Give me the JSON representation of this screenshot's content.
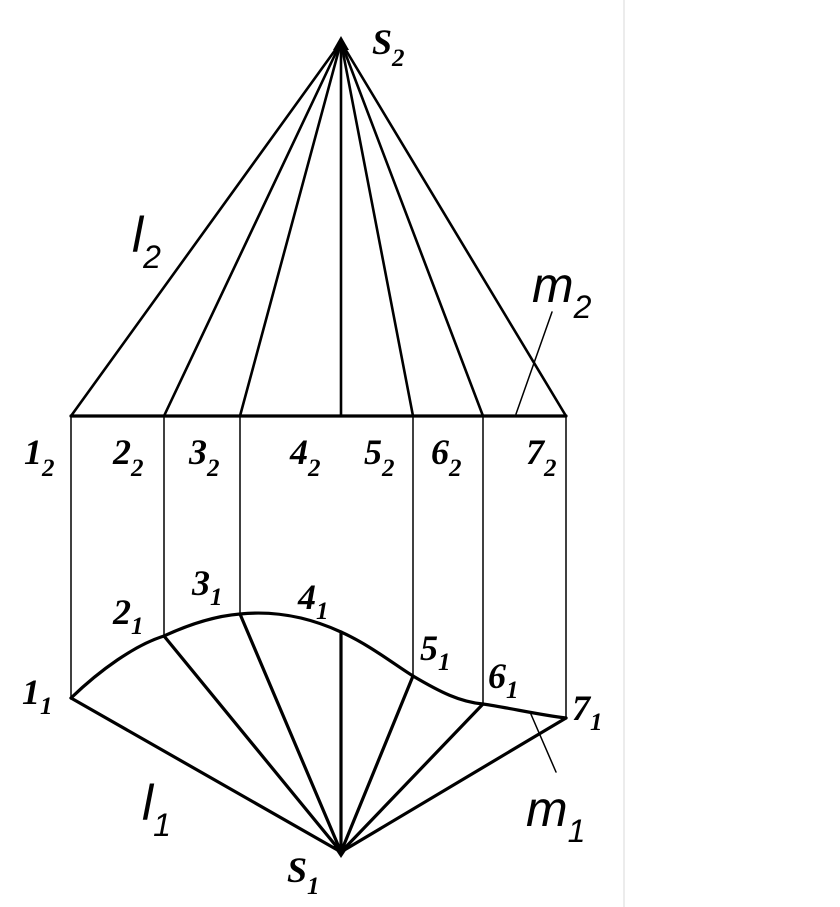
{
  "apex_top": {
    "base": "S",
    "sub": "2"
  },
  "apex_bottom": {
    "base": "S",
    "sub": "1"
  },
  "points_top": [
    {
      "base": "1",
      "sub": "2"
    },
    {
      "base": "2",
      "sub": "2"
    },
    {
      "base": "3",
      "sub": "2"
    },
    {
      "base": "4",
      "sub": "2"
    },
    {
      "base": "5",
      "sub": "2"
    },
    {
      "base": "6",
      "sub": "2"
    },
    {
      "base": "7",
      "sub": "2"
    }
  ],
  "points_bottom": [
    {
      "base": "1",
      "sub": "1"
    },
    {
      "base": "2",
      "sub": "1"
    },
    {
      "base": "3",
      "sub": "1"
    },
    {
      "base": "4",
      "sub": "1"
    },
    {
      "base": "5",
      "sub": "1"
    },
    {
      "base": "6",
      "sub": "1"
    },
    {
      "base": "7",
      "sub": "1"
    }
  ],
  "curves": {
    "l2": {
      "base": "l",
      "sub": "2"
    },
    "m2": {
      "base": "m",
      "sub": "2"
    },
    "l1": {
      "base": "l",
      "sub": "1"
    },
    "m1": {
      "base": "m",
      "sub": "1"
    }
  }
}
